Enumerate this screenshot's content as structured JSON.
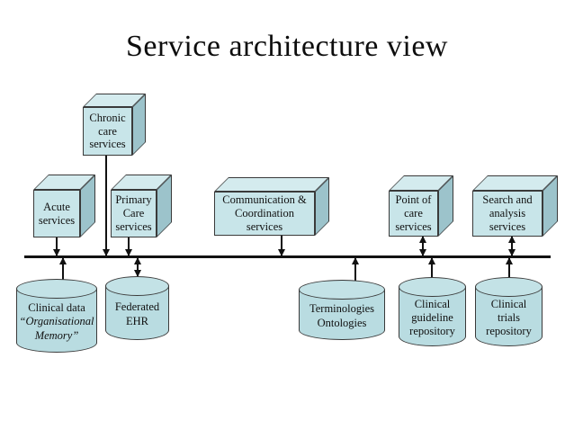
{
  "title": "Service architecture view",
  "colors": {
    "box_front": "#c8e5e9",
    "box_top": "#d4ebee",
    "box_side": "#9cc3cb",
    "cylinder": "#b9dce1",
    "cylinder_top": "#c3e2e6",
    "outline": "#3a3a3a",
    "bus": "#111111"
  },
  "services": [
    {
      "id": "chronic-care-services",
      "lines": [
        "Chronic",
        "care",
        "services"
      ]
    },
    {
      "id": "acute-services",
      "lines": [
        "Acute",
        "services"
      ]
    },
    {
      "id": "primary-care-services",
      "lines": [
        "Primary",
        "Care",
        "services"
      ]
    },
    {
      "id": "communication-coordination-services",
      "lines": [
        "Communication &",
        "Coordination",
        "services"
      ]
    },
    {
      "id": "point-of-care-services",
      "lines": [
        "Point of",
        "care",
        "services"
      ]
    },
    {
      "id": "search-analysis-services",
      "lines": [
        "Search and",
        "analysis",
        "services"
      ]
    }
  ],
  "repositories": [
    {
      "id": "clinical-data",
      "lines": [
        {
          "text": "Clinical data",
          "italic": false
        },
        {
          "text": "“Organisational",
          "italic": true
        },
        {
          "text": "Memory”",
          "italic": true
        }
      ]
    },
    {
      "id": "federated-ehr",
      "lines": [
        {
          "text": "Federated",
          "italic": false
        },
        {
          "text": "EHR",
          "italic": false
        }
      ]
    },
    {
      "id": "terminologies-ontologies",
      "lines": [
        {
          "text": "Terminologies",
          "italic": false
        },
        {
          "text": "Ontologies",
          "italic": false
        }
      ]
    },
    {
      "id": "clinical-guideline-repository",
      "lines": [
        {
          "text": "Clinical",
          "italic": false
        },
        {
          "text": "guideline",
          "italic": false
        },
        {
          "text": "repository",
          "italic": false
        }
      ]
    },
    {
      "id": "clinical-trials-repository",
      "lines": [
        {
          "text": "Clinical",
          "italic": false
        },
        {
          "text": "trials",
          "italic": false
        },
        {
          "text": "repository",
          "italic": false
        }
      ]
    }
  ]
}
